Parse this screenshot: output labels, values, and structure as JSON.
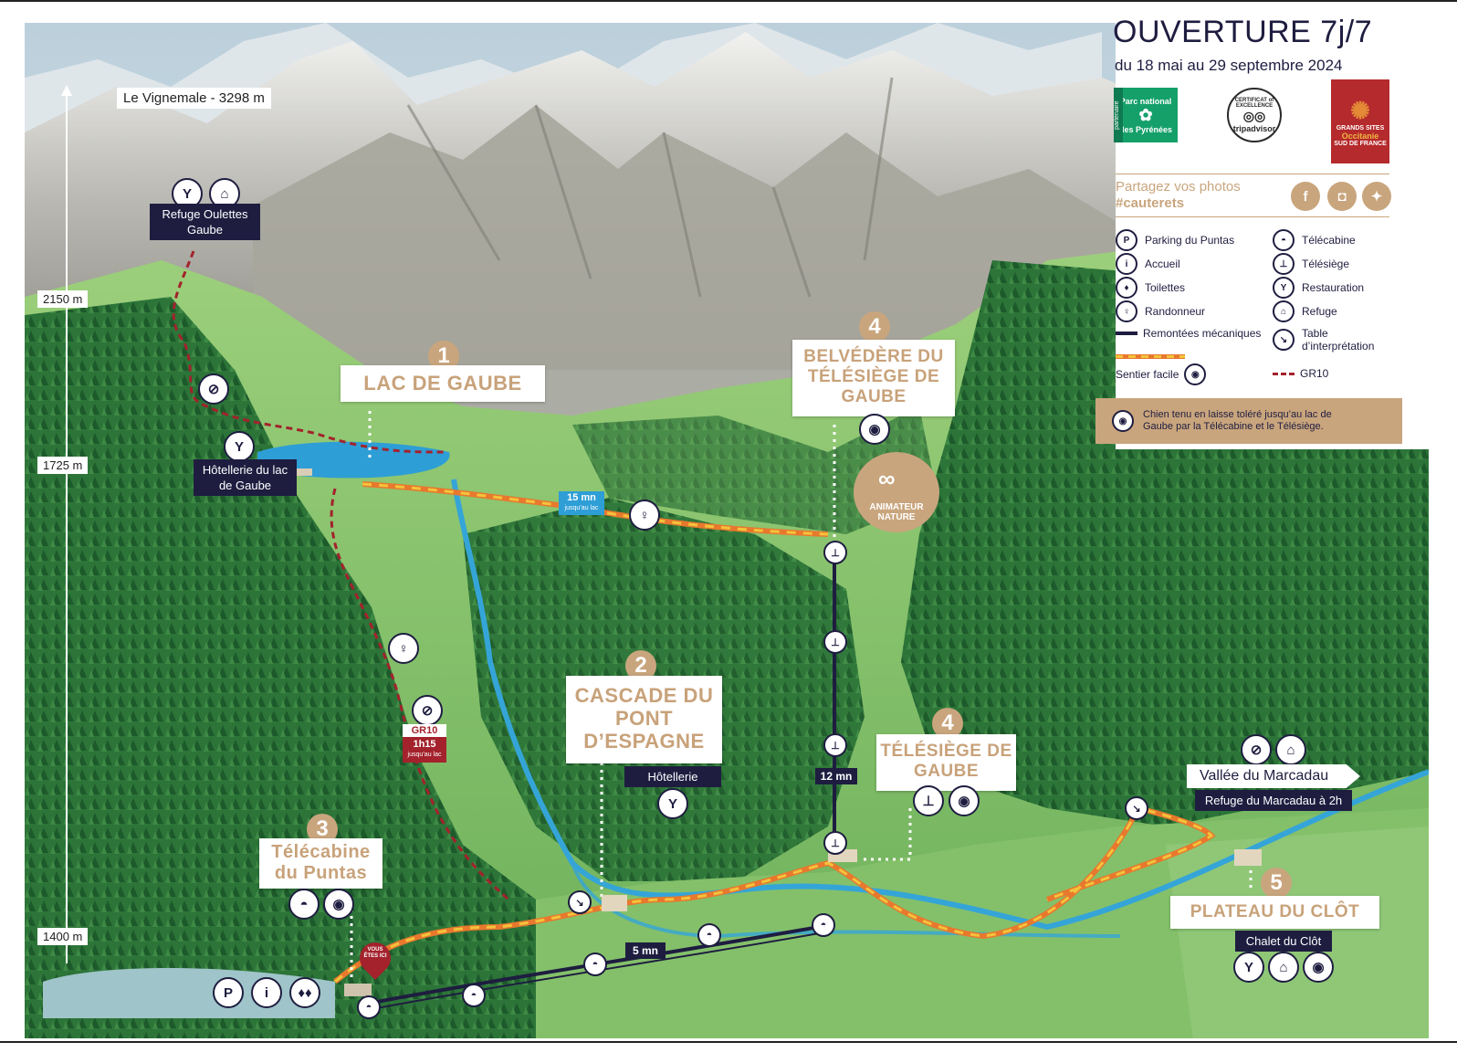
{
  "header": {
    "title": "OUVERTURE 7j/7",
    "dates": "du 18 mai au 29 septembre 2024"
  },
  "logos": {
    "parc_side": "partenaire",
    "parc_top": "Parc national",
    "parc_bottom": "des Pyrénées",
    "tripadvisor_top": "CERTIFICAT of EXCELLENCE",
    "tripadvisor_bottom": "tripadvisor",
    "occitanie_top": "GRANDS SITES",
    "occitanie_mid": "Occitanie",
    "occitanie_bottom": "SUD DE FRANCE"
  },
  "share": {
    "text": "Partagez vos photos",
    "hashtag": "#cauterets"
  },
  "legend": {
    "left": [
      {
        "icon": "P",
        "label": "Parking du Puntas"
      },
      {
        "icon": "i",
        "label": "Accueil"
      },
      {
        "icon": "WC",
        "label": "Toilettes"
      },
      {
        "icon": "R",
        "label": "Randonneur"
      },
      {
        "icon": "line",
        "label": "Remontées mécaniques"
      },
      {
        "icon": "easy",
        "label": "Sentier facile"
      }
    ],
    "right": [
      {
        "icon": "TC",
        "label": "Télécabine"
      },
      {
        "icon": "TS",
        "label": "Télésiège"
      },
      {
        "icon": "Y",
        "label": "Restauration"
      },
      {
        "icon": "H",
        "label": "Refuge"
      },
      {
        "icon": "T",
        "label": "Table d’interprétation"
      },
      {
        "icon": "gr",
        "label": "GR10"
      }
    ]
  },
  "dog_notice": "Chien tenu en laisse toléré jusqu’au lac de Gaube par la Télécabine et le Télésiège.",
  "altitudes": [
    "2150 m",
    "1725 m",
    "1400 m"
  ],
  "peak_label": "Le Vignemale - 3298 m",
  "refuge_oulettes": "Refuge Oulettes Gaube",
  "hotellerie_lac": "Hôtellerie du lac de Gaube",
  "sites": [
    {
      "num": "1",
      "title": "LAC DE GAUBE"
    },
    {
      "num": "2",
      "title": "CASCADE DU PONT D’ESPAGNE",
      "sub": "Hôtellerie"
    },
    {
      "num": "3",
      "title": "Télécabine du Puntas"
    },
    {
      "num": "4",
      "title": "BELVÉDÈRE DU TÉLÉSIÈGE DE GAUBE"
    },
    {
      "num": "4",
      "title": "TÉLÉSIÈGE DE GAUBE"
    },
    {
      "num": "5",
      "title": "PLATEAU DU CLÔT",
      "sub": "Chalet du Clôt"
    }
  ],
  "animateur": "ANIMATEUR NATURE",
  "times": {
    "lac_walk": "15 mn",
    "lac_walk_sub": "jusqu’au lac",
    "gr10": "GR10",
    "gr10_time": "1h15",
    "gr10_sub": "jusqu’au lac",
    "chairlift": "12 mn",
    "gondola": "5 mn"
  },
  "marcadau": {
    "title": "Vallée du Marcadau",
    "sub": "Refuge du Marcadau à 2h"
  },
  "you_are_here": "VOUS ÊTES ICI",
  "colors": {
    "navy": "#1e1d40",
    "gold": "#c9a57d",
    "red": "#a3222c",
    "trail_orange": "#e8782d",
    "trail_yellow": "#f3c33b",
    "lake": "#2e9ed6"
  }
}
